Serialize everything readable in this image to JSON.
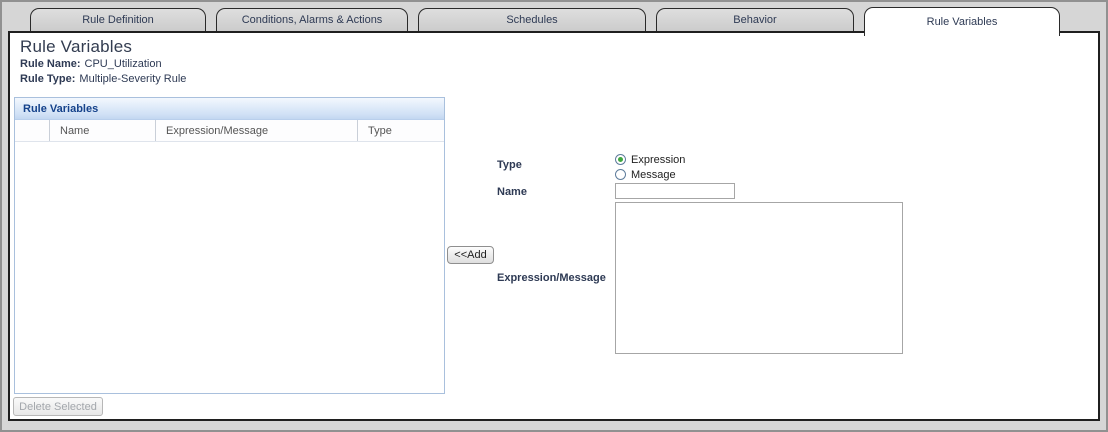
{
  "tabs": [
    {
      "label": "Rule Definition",
      "active": false
    },
    {
      "label": "Conditions, Alarms & Actions",
      "active": false
    },
    {
      "label": "Schedules",
      "active": false
    },
    {
      "label": "Behavior",
      "active": false
    },
    {
      "label": "Rule Variables",
      "active": true
    }
  ],
  "page": {
    "title": "Rule Variables"
  },
  "rule_info": {
    "name_label": "Rule Name:",
    "name_value": "CPU_Utilization",
    "type_label": "Rule Type:",
    "type_value": "Multiple-Severity Rule"
  },
  "grid": {
    "title": "Rule Variables",
    "columns": {
      "select": "",
      "name": "Name",
      "expression": "Expression/Message",
      "type": "Type"
    },
    "rows": [],
    "delete_button_label": "Delete Selected",
    "delete_button_enabled": false
  },
  "form": {
    "type_label": "Type",
    "type_options": [
      {
        "label": "Expression",
        "selected": true
      },
      {
        "label": "Message",
        "selected": false
      }
    ],
    "name_label": "Name",
    "name_value": "",
    "name_placeholder": "",
    "add_button_label": "<<Add",
    "expression_label": "Expression/Message",
    "expression_value": ""
  },
  "colors": {
    "panel_header_text": "#15428b",
    "panel_border": "#a9c0dd",
    "radio_selected_green": "#3fa73f",
    "tab_text": "#2e3a54",
    "tab_inactive_bg": "#d4d4d4",
    "dialog_border": "#1f1f1f"
  }
}
